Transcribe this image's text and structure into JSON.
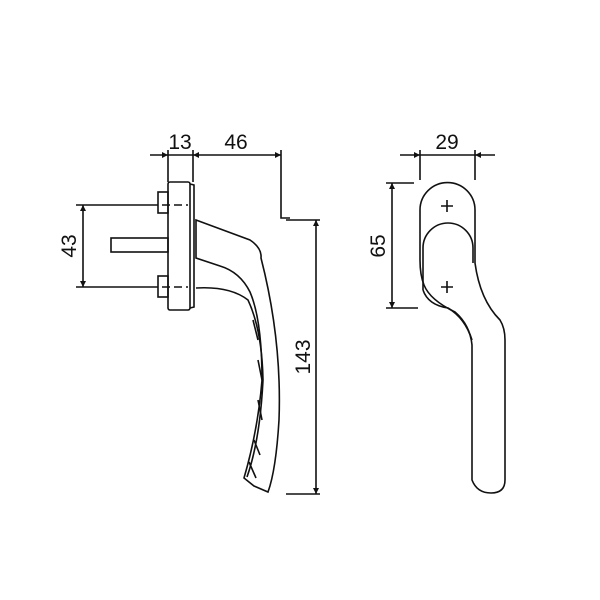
{
  "drawing": {
    "side_view": {
      "dimensions": {
        "rosette_depth": "13",
        "lever_projection": "46",
        "screw_spacing": "43",
        "handle_length": "143"
      }
    },
    "front_view": {
      "dimensions": {
        "rosette_width": "29",
        "rosette_height": "65"
      }
    },
    "colors": {
      "line": "#111111",
      "background": "#ffffff"
    }
  }
}
